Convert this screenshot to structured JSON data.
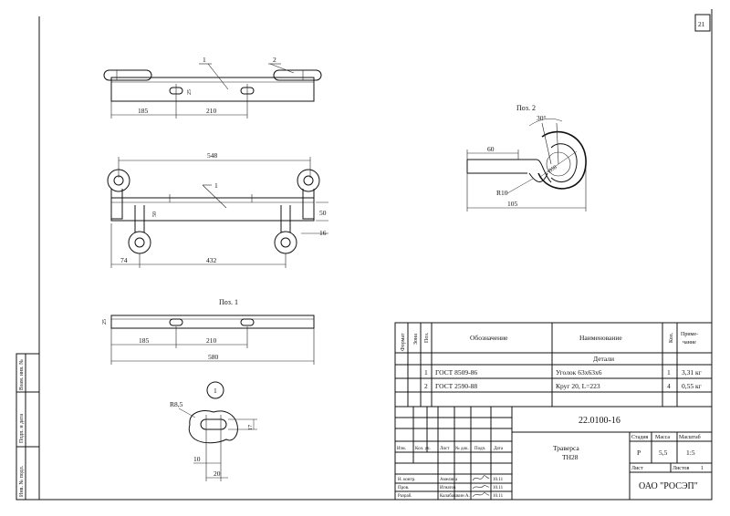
{
  "sheet": {
    "page_number": "21"
  },
  "side_stamp": {
    "cells": [
      "Взам. инв. №",
      "Подп. и дата",
      "Инв. № подл."
    ]
  },
  "top_view": {
    "pos_1": "1",
    "pos_2": "2",
    "dim_25": "25",
    "dim_185": "185",
    "dim_210": "210"
  },
  "main_view": {
    "pos_1": "1",
    "dim_548": "548",
    "dim_50_left": "50",
    "dim_50_right": "50",
    "dim_16": "16",
    "dim_74": "74",
    "dim_432": "432"
  },
  "pos2_view": {
    "title": "Поз. 2",
    "dim_30deg": "30°",
    "dim_60": "60",
    "dim_d58": "Ø58",
    "dim_r10": "R10",
    "dim_105": "105"
  },
  "pos1_view": {
    "title": "Поз. 1",
    "dim_25": "25",
    "dim_185": "185",
    "dim_210": "210",
    "dim_580": "580"
  },
  "section_view": {
    "marker": "1",
    "dim_r85": "R8,5",
    "dim_17": "17",
    "dim_10": "10",
    "dim_20": "20"
  },
  "spec_table": {
    "headers": [
      "Формат",
      "Зона",
      "Поз.",
      "Обозначение",
      "Наименование",
      "Кол.",
      "Приме-\nчание"
    ],
    "section_title": "Детали",
    "rows": [
      {
        "pos": "1",
        "designation": "ГОСТ 8509-86",
        "name": "Уголок 63х63х6",
        "qty": "1",
        "note": "3,31 кг"
      },
      {
        "pos": "2",
        "designation": "ГОСТ 2590-88",
        "name": "Круг 20, L=223",
        "qty": "4",
        "note": "0,55 кг"
      }
    ]
  },
  "title_block": {
    "doc_number": "22.0100-16",
    "product_name_line1": "Траверса",
    "product_name_line2": "ТН28",
    "stage_header": "Стадия",
    "mass_header": "Масса",
    "scale_header": "Масштаб",
    "stage": "Р",
    "mass": "5,5",
    "scale": "1:5",
    "sheet_label": "Лист",
    "sheets_label": "Листов",
    "sheets_count": "1",
    "company": "ОАО \"РОСЭП\"",
    "change_headers": [
      "Изм.",
      "Кол. уч.",
      "Лист",
      "№ док.",
      "Подп.",
      "Дата"
    ],
    "signatures": [
      {
        "role": "Н. контр.",
        "name": "Амелина",
        "date": "10.11"
      },
      {
        "role": "Пров.",
        "name": "Игнатов",
        "date": "10.11"
      },
      {
        "role": "Разраб.",
        "name": "Калабашкин А.",
        "date": "10.11"
      }
    ]
  }
}
